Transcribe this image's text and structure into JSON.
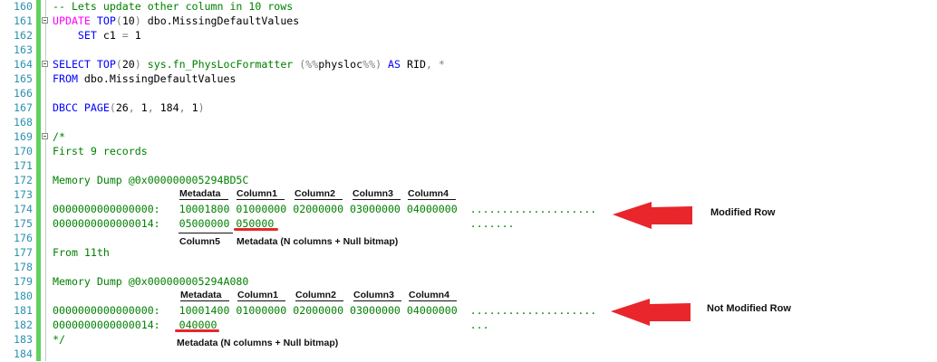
{
  "code": {
    "lines": [
      {
        "n": "160",
        "fold": false,
        "tokens": [
          {
            "t": "-- Lets update other column in 10 rows",
            "c": "c"
          }
        ]
      },
      {
        "n": "161",
        "fold": true,
        "tokens": [
          {
            "t": "UPDATE",
            "c": "m"
          },
          {
            "t": " ",
            "c": "p"
          },
          {
            "t": "TOP",
            "c": "k"
          },
          {
            "t": "(",
            "c": "g"
          },
          {
            "t": "10",
            "c": "p"
          },
          {
            "t": ")",
            "c": "g"
          },
          {
            "t": " dbo.MissingDefaultValues",
            "c": "p"
          }
        ]
      },
      {
        "n": "162",
        "fold": false,
        "tokens": [
          {
            "t": "    ",
            "c": "p"
          },
          {
            "t": "SET",
            "c": "k"
          },
          {
            "t": " c1 ",
            "c": "p"
          },
          {
            "t": "=",
            "c": "g"
          },
          {
            "t": " 1",
            "c": "p"
          }
        ]
      },
      {
        "n": "163",
        "fold": false,
        "tokens": []
      },
      {
        "n": "164",
        "fold": true,
        "tokens": [
          {
            "t": "SELECT",
            "c": "k"
          },
          {
            "t": " ",
            "c": "p"
          },
          {
            "t": "TOP",
            "c": "k"
          },
          {
            "t": "(",
            "c": "g"
          },
          {
            "t": "20",
            "c": "p"
          },
          {
            "t": ")",
            "c": "g"
          },
          {
            "t": " sys.fn_PhysLocFormatter ",
            "c": "f"
          },
          {
            "t": "(%%",
            "c": "g"
          },
          {
            "t": "physloc",
            "c": "p"
          },
          {
            "t": "%%)",
            "c": "g"
          },
          {
            "t": " ",
            "c": "p"
          },
          {
            "t": "AS",
            "c": "k"
          },
          {
            "t": " RID",
            "c": "p"
          },
          {
            "t": ",",
            "c": "g"
          },
          {
            "t": " ",
            "c": "p"
          },
          {
            "t": "*",
            "c": "g"
          }
        ]
      },
      {
        "n": "165",
        "fold": false,
        "tokens": [
          {
            "t": "FROM",
            "c": "k"
          },
          {
            "t": " dbo.MissingDefaultValues",
            "c": "p"
          }
        ]
      },
      {
        "n": "166",
        "fold": false,
        "tokens": []
      },
      {
        "n": "167",
        "fold": false,
        "tokens": [
          {
            "t": "DBCC PAGE",
            "c": "k"
          },
          {
            "t": "(",
            "c": "g"
          },
          {
            "t": "26",
            "c": "p"
          },
          {
            "t": ",",
            "c": "g"
          },
          {
            "t": " 1",
            "c": "p"
          },
          {
            "t": ",",
            "c": "g"
          },
          {
            "t": " 184",
            "c": "p"
          },
          {
            "t": ",",
            "c": "g"
          },
          {
            "t": " 1",
            "c": "p"
          },
          {
            "t": ")",
            "c": "g"
          }
        ]
      },
      {
        "n": "168",
        "fold": false,
        "tokens": []
      },
      {
        "n": "169",
        "fold": true,
        "tokens": [
          {
            "t": "/*",
            "c": "c"
          }
        ]
      },
      {
        "n": "170",
        "fold": false,
        "tokens": [
          {
            "t": "First 9 records",
            "c": "c"
          }
        ]
      },
      {
        "n": "171",
        "fold": false,
        "tokens": []
      },
      {
        "n": "172",
        "fold": false,
        "tokens": [
          {
            "t": "Memory Dump @0x000000005294BD5C",
            "c": "c"
          }
        ]
      },
      {
        "n": "173",
        "fold": false,
        "tokens": []
      },
      {
        "n": "174",
        "fold": false,
        "tokens": [
          {
            "t": "0000000000000000:   10001800 01000000 02000000 03000000 04000000  ....................",
            "c": "c"
          }
        ]
      },
      {
        "n": "175",
        "fold": false,
        "tokens": [
          {
            "t": "0000000000000014:   05000000 050000                               .......",
            "c": "c"
          }
        ]
      },
      {
        "n": "176",
        "fold": false,
        "tokens": []
      },
      {
        "n": "177",
        "fold": false,
        "tokens": [
          {
            "t": "From 11th",
            "c": "c"
          }
        ]
      },
      {
        "n": "178",
        "fold": false,
        "tokens": []
      },
      {
        "n": "179",
        "fold": false,
        "tokens": [
          {
            "t": "Memory Dump @0x000000005294A080",
            "c": "c"
          }
        ]
      },
      {
        "n": "180",
        "fold": false,
        "tokens": []
      },
      {
        "n": "181",
        "fold": false,
        "tokens": [
          {
            "t": "0000000000000000:   10001400 01000000 02000000 03000000 04000000  ....................",
            "c": "c"
          }
        ]
      },
      {
        "n": "182",
        "fold": false,
        "tokens": [
          {
            "t": "0000000000000014:   040000                                        ...",
            "c": "c"
          }
        ]
      },
      {
        "n": "183",
        "fold": false,
        "tokens": [
          {
            "t": "*/",
            "c": "c"
          }
        ]
      },
      {
        "n": "184",
        "fold": false,
        "tokens": []
      }
    ]
  },
  "annotations": {
    "header1": [
      "Metadata",
      "Column1",
      "Column2",
      "Column3",
      "Column4"
    ],
    "header2": [
      "Metadata",
      "Column1",
      "Column2",
      "Column3",
      "Column4"
    ],
    "column5": "Column5",
    "metadata_note_1": "Metadata (N columns + Null bitmap)",
    "metadata_note_2": "Metadata (N columns + Null bitmap)",
    "modified_row": "Modified Row",
    "not_modified_row": "Not Modified Row"
  },
  "colors": {
    "arrow": "#e8262b",
    "comment": "#008000",
    "keyword": "#0000ff",
    "line_number": "#2b91af",
    "change_bar": "#5ed35e"
  }
}
